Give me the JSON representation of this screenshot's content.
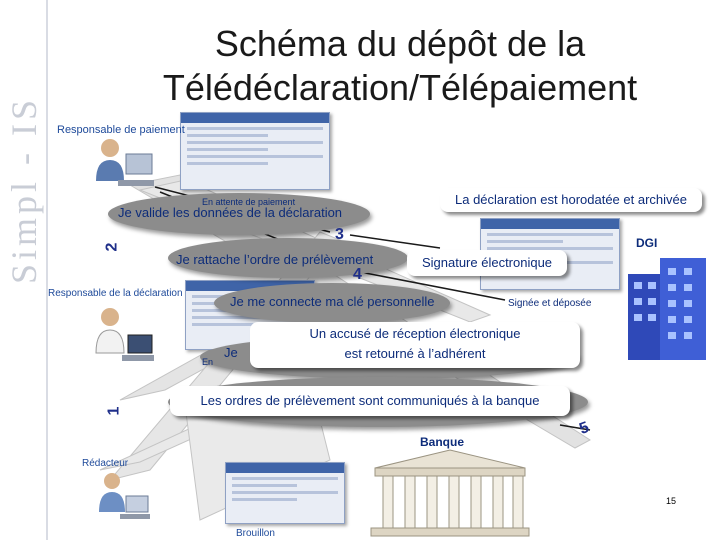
{
  "logo": "Simpl - IS",
  "title": {
    "line1": "Schéma du dépôt de la",
    "line2": "Télédéclaration/Télépaiement"
  },
  "roles": {
    "payment_manager": "Responsable de paiement",
    "declaration_manager": "Responsable de la déclaration",
    "writer": "Rédacteur",
    "draft": "Brouillon"
  },
  "entities": {
    "dgi": "DGI",
    "bank": "Banque"
  },
  "steps": {
    "validate": "Je valide les données de la déclaration",
    "awaiting_payment": "En attente de paiement",
    "debit_order": "Je rattache l’ordre de prélèvement",
    "key": "Je me connecte ma clé personnelle",
    "timestamp": "La déclaration est horodatée et archivée",
    "signature": "Signature électronique",
    "signed": "Signée et déposée",
    "receipt_line1": "Un accusé de réception électronique",
    "receipt_line2": "est retourné à l’adhérent",
    "send_to_bank": "Les ordres de prélèvement sont communiqués à la banque",
    "behind_je": "Je",
    "behind_en": "En"
  },
  "numbers": {
    "n1": "1",
    "n2": "2",
    "n3": "3",
    "n4": "4",
    "n5": "5"
  },
  "page_number": "15",
  "colors": {
    "title": "#1a1a1a",
    "label_blue": "#1e4a9a",
    "callout_text": "#0d2c7a",
    "ray": "#cfcfcf",
    "ellipse": "#8c8c8c"
  },
  "icons": [
    "person-at-computer-icon",
    "building-icon",
    "bank-icon"
  ]
}
